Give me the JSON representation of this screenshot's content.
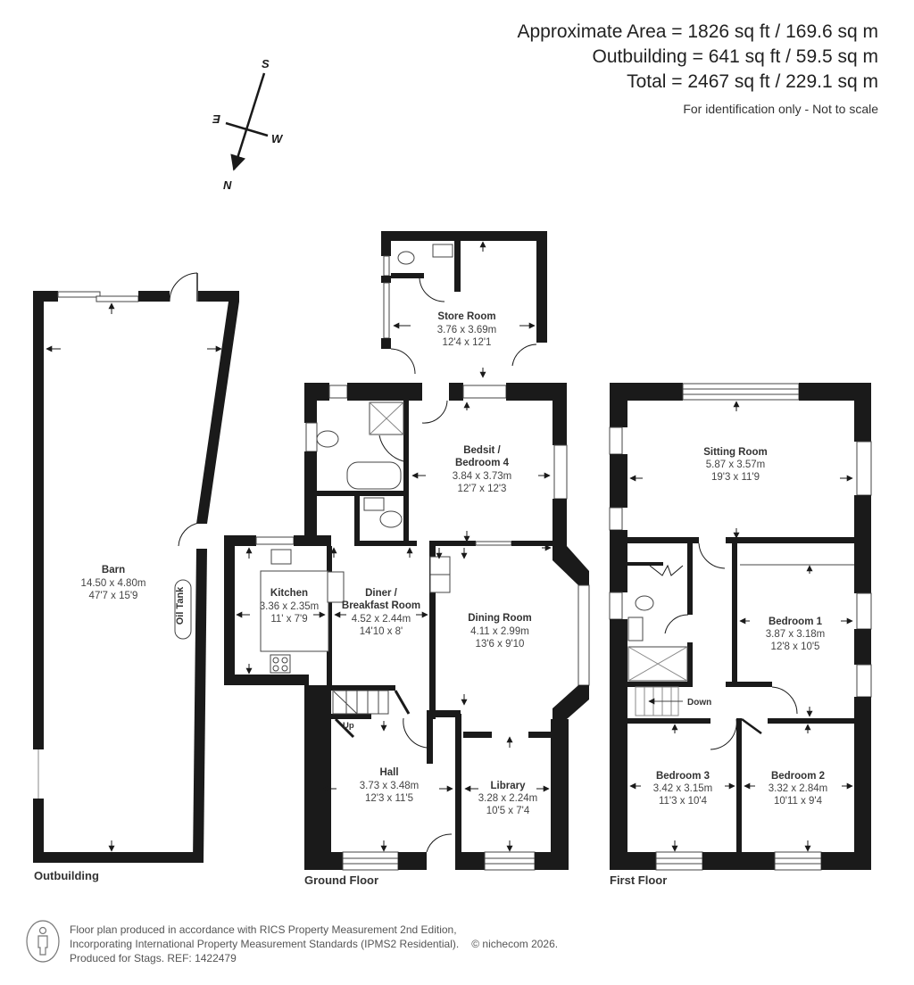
{
  "summary": {
    "approx_area": "Approximate Area = 1826 sq ft / 169.6 sq m",
    "outbuilding": "Outbuilding = 641 sq ft / 59.5 sq m",
    "total": "Total = 2467 sq ft / 229.1 sq m",
    "note": "For identification only - Not to scale"
  },
  "compass": {
    "icon": "compass-icon",
    "north": "N",
    "south": "S",
    "east": "E",
    "west": "W"
  },
  "floors": {
    "outbuilding": {
      "label": "Outbuilding",
      "rooms": [
        {
          "name": "Barn",
          "metric": "14.50 x 4.80m",
          "imperial": "47'7 x 15'9"
        }
      ],
      "features": {
        "oil_tank": "Oil Tank"
      }
    },
    "ground": {
      "label": "Ground Floor",
      "rooms": [
        {
          "name": "Store Room",
          "metric": "3.76 x 3.69m",
          "imperial": "12'4 x 12'1"
        },
        {
          "name": "Bedsit /",
          "name2": "Bedroom 4",
          "metric": "3.84 x 3.73m",
          "imperial": "12'7 x 12'3"
        },
        {
          "name": "Kitchen",
          "metric": "3.36 x 2.35m",
          "imperial": "11' x 7'9"
        },
        {
          "name": "Diner /",
          "name2": "Breakfast Room",
          "metric": "4.52 x 2.44m",
          "imperial": "14'10 x 8'"
        },
        {
          "name": "Dining Room",
          "metric": "4.11 x 2.99m",
          "imperial": "13'6 x 9'10"
        },
        {
          "name": "Hall",
          "metric": "3.73 x 3.48m",
          "imperial": "12'3 x 11'5"
        },
        {
          "name": "Library",
          "metric": "3.28 x 2.24m",
          "imperial": "10'5 x 7'4"
        }
      ],
      "stairs_label": "Up"
    },
    "first": {
      "label": "First Floor",
      "rooms": [
        {
          "name": "Sitting Room",
          "metric": "5.87 x 3.57m",
          "imperial": "19'3 x 11'9"
        },
        {
          "name": "Bedroom 1",
          "metric": "3.87 x 3.18m",
          "imperial": "12'8 x 10'5"
        },
        {
          "name": "Bedroom 3",
          "metric": "3.42 x 3.15m",
          "imperial": "11'3 x 10'4"
        },
        {
          "name": "Bedroom 2",
          "metric": "3.32 x 2.84m",
          "imperial": "10'11 x 9'4"
        }
      ],
      "stairs_label": "Down"
    }
  },
  "footer": {
    "icon": "person-icon",
    "line1": "Floor plan produced in accordance with RICS Property Measurement 2nd Edition,",
    "line2": "Incorporating International Property Measurement Standards (IPMS2 Residential).",
    "copyright": "© nichecom 2026.",
    "line3": "Produced for Stags.   REF: 1422479"
  }
}
